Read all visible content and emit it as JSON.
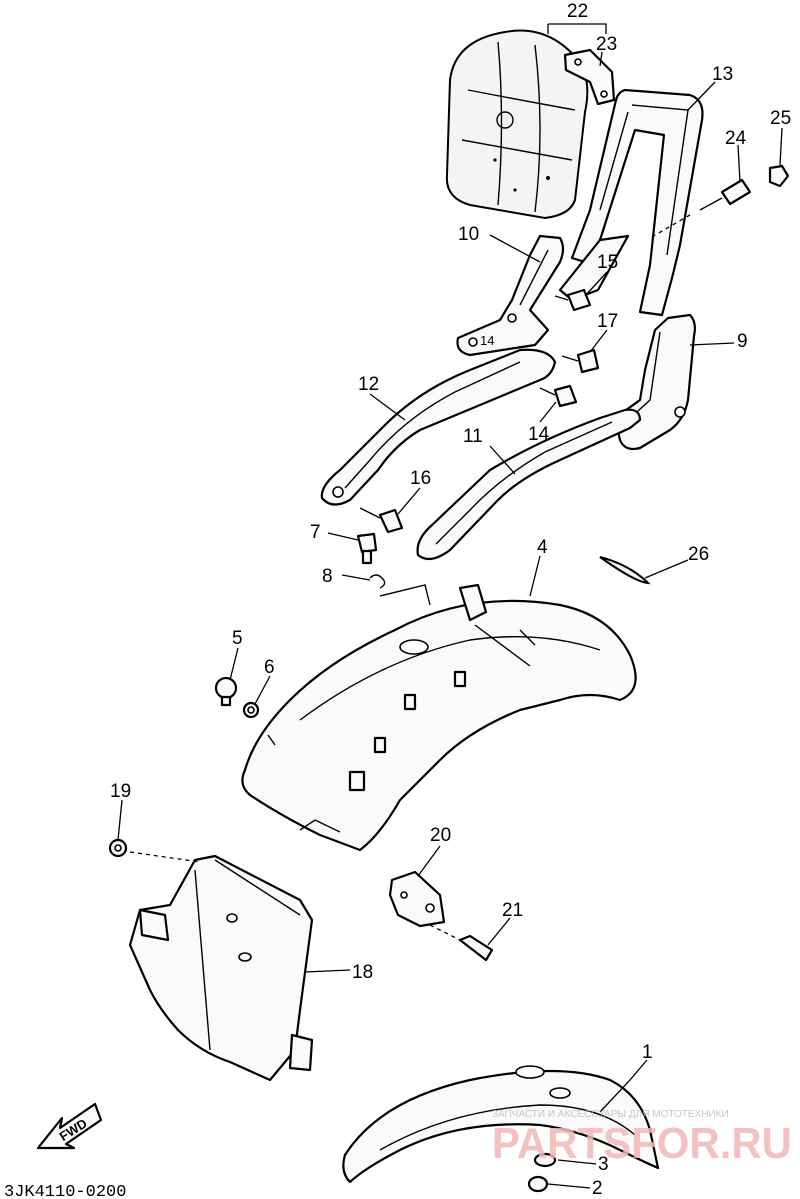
{
  "diagram": {
    "code": "3JK4110-0200",
    "fwd_label": "FWD",
    "callouts": [
      {
        "id": "1",
        "label": "1"
      },
      {
        "id": "2",
        "label": "2"
      },
      {
        "id": "3",
        "label": "3"
      },
      {
        "id": "4",
        "label": "4"
      },
      {
        "id": "5",
        "label": "5"
      },
      {
        "id": "6",
        "label": "6"
      },
      {
        "id": "7",
        "label": "7"
      },
      {
        "id": "8",
        "label": "8"
      },
      {
        "id": "9",
        "label": "9"
      },
      {
        "id": "10",
        "label": "10"
      },
      {
        "id": "11",
        "label": "11"
      },
      {
        "id": "12",
        "label": "12"
      },
      {
        "id": "13",
        "label": "13"
      },
      {
        "id": "14a",
        "label": "14"
      },
      {
        "id": "14b",
        "label": "14"
      },
      {
        "id": "15",
        "label": "15"
      },
      {
        "id": "16",
        "label": "16"
      },
      {
        "id": "17",
        "label": "17"
      },
      {
        "id": "18",
        "label": "18"
      },
      {
        "id": "19",
        "label": "19"
      },
      {
        "id": "20",
        "label": "20"
      },
      {
        "id": "21",
        "label": "21"
      },
      {
        "id": "22",
        "label": "22"
      },
      {
        "id": "23",
        "label": "23"
      },
      {
        "id": "24",
        "label": "24"
      },
      {
        "id": "25",
        "label": "25"
      },
      {
        "id": "26",
        "label": "26"
      }
    ],
    "watermark": {
      "small": "ЗАПЧАСТИ И АКСЕССУАРЫ ДЛЯ МОТОТЕХНИКИ",
      "big": "PARTSFOR.RU"
    }
  }
}
